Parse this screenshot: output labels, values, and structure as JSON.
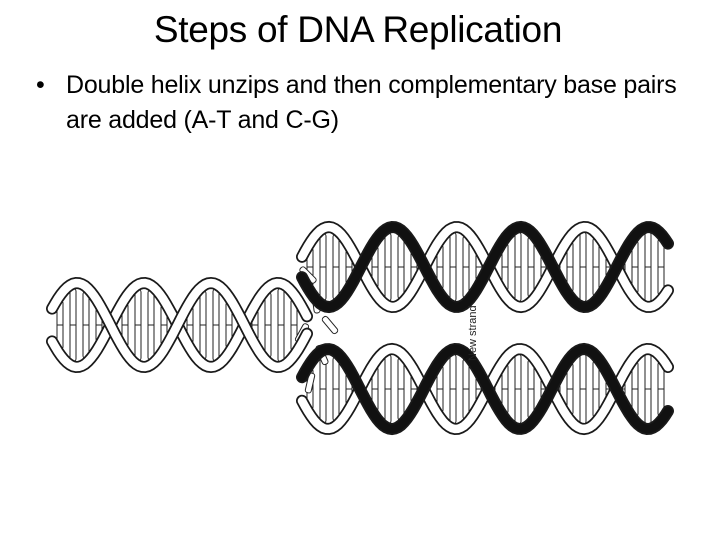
{
  "slide": {
    "title": "Steps of DNA Replication",
    "bullets": [
      {
        "marker": "•",
        "text": "Double helix unzips and then complementary base pairs are added (A-T and C-G)"
      }
    ]
  },
  "diagram": {
    "new_strand_label": "New strand",
    "new_strand_color": "#111111",
    "old_strand_color": "#ffffff",
    "outline_color": "#1a1a1a"
  }
}
